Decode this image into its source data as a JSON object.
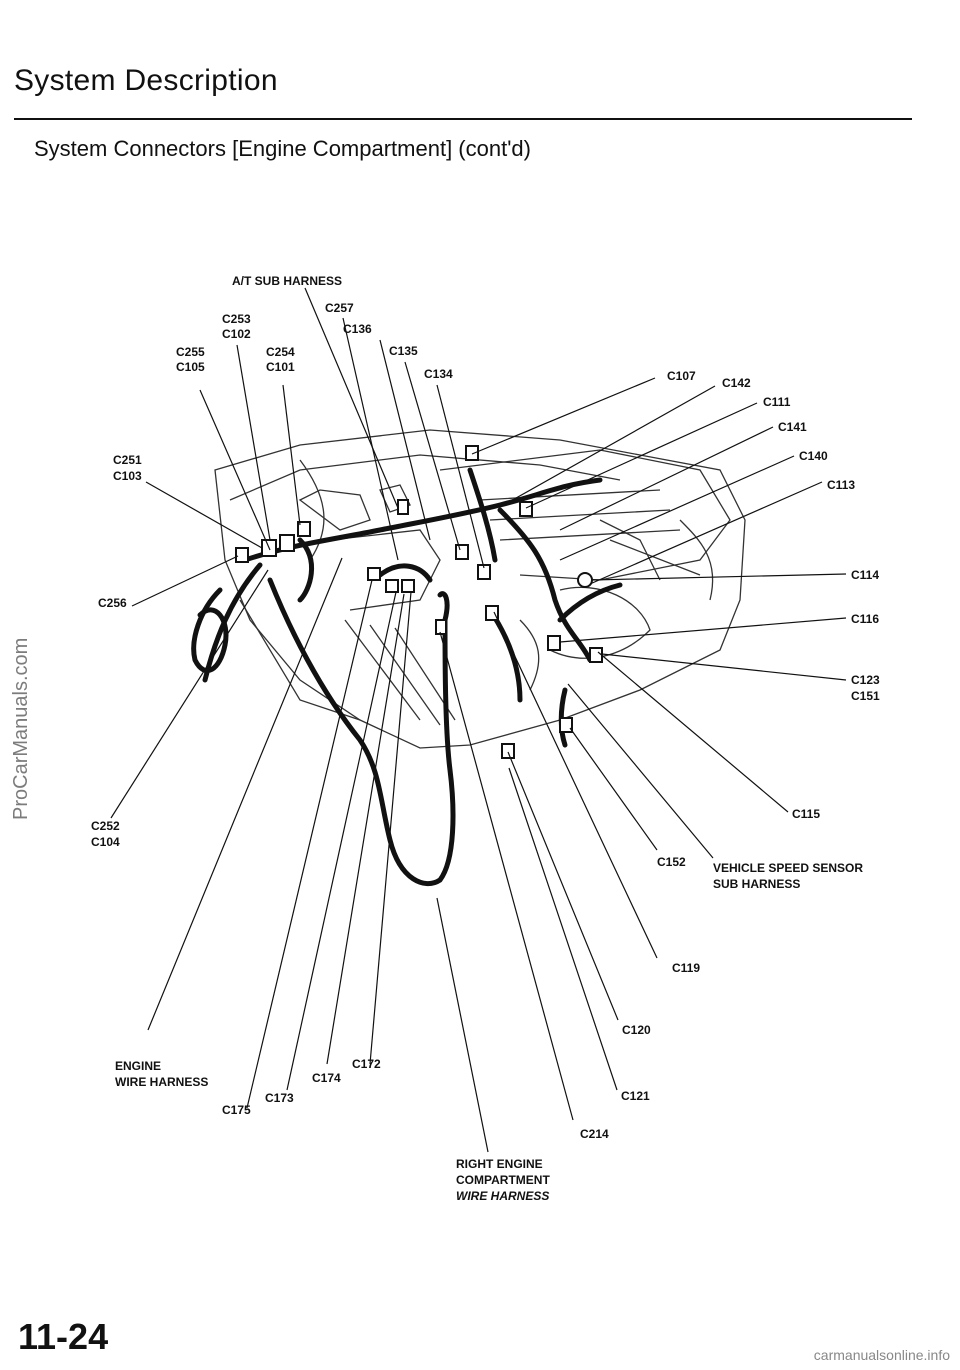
{
  "header": {
    "title": "System Description",
    "subtitle": "System Connectors [Engine Compartment] (cont'd)"
  },
  "watermark": "ProCarManuals.com",
  "page_number": "11-24",
  "footer": "carmanualsonline.info",
  "diagram": {
    "labels": {
      "at_sub_harness": "A/T SUB HARNESS",
      "c257": "C257",
      "c253_c102": [
        "C253",
        "C102"
      ],
      "c136": "C136",
      "c255_c105": [
        "C255",
        "C105"
      ],
      "c254_c101": [
        "C254",
        "C101"
      ],
      "c135": "C135",
      "c134": "C134",
      "c107": "C107",
      "c142": "C142",
      "c111": "C111",
      "c141": "C141",
      "c251_c103": [
        "C251",
        "C103"
      ],
      "c140": "C140",
      "c113": "C113",
      "c114": "C114",
      "c256": "C256",
      "c116": "C116",
      "c123_c151": [
        "C123",
        "C151"
      ],
      "c115": "C115",
      "c252_c104": [
        "C252",
        "C104"
      ],
      "c152": "C152",
      "vss_sub_harness": [
        "VEHICLE SPEED SENSOR",
        "SUB HARNESS"
      ],
      "c119": "C119",
      "c120": "C120",
      "engine_wire_harness": [
        "ENGINE",
        "WIRE HARNESS"
      ],
      "c172": "C172",
      "c174": "C174",
      "c173": "C173",
      "c121": "C121",
      "c175": "C175",
      "c214": "C214",
      "right_engine_harness": [
        "RIGHT ENGINE",
        "COMPARTMENT",
        "WIRE HARNESS"
      ]
    }
  }
}
